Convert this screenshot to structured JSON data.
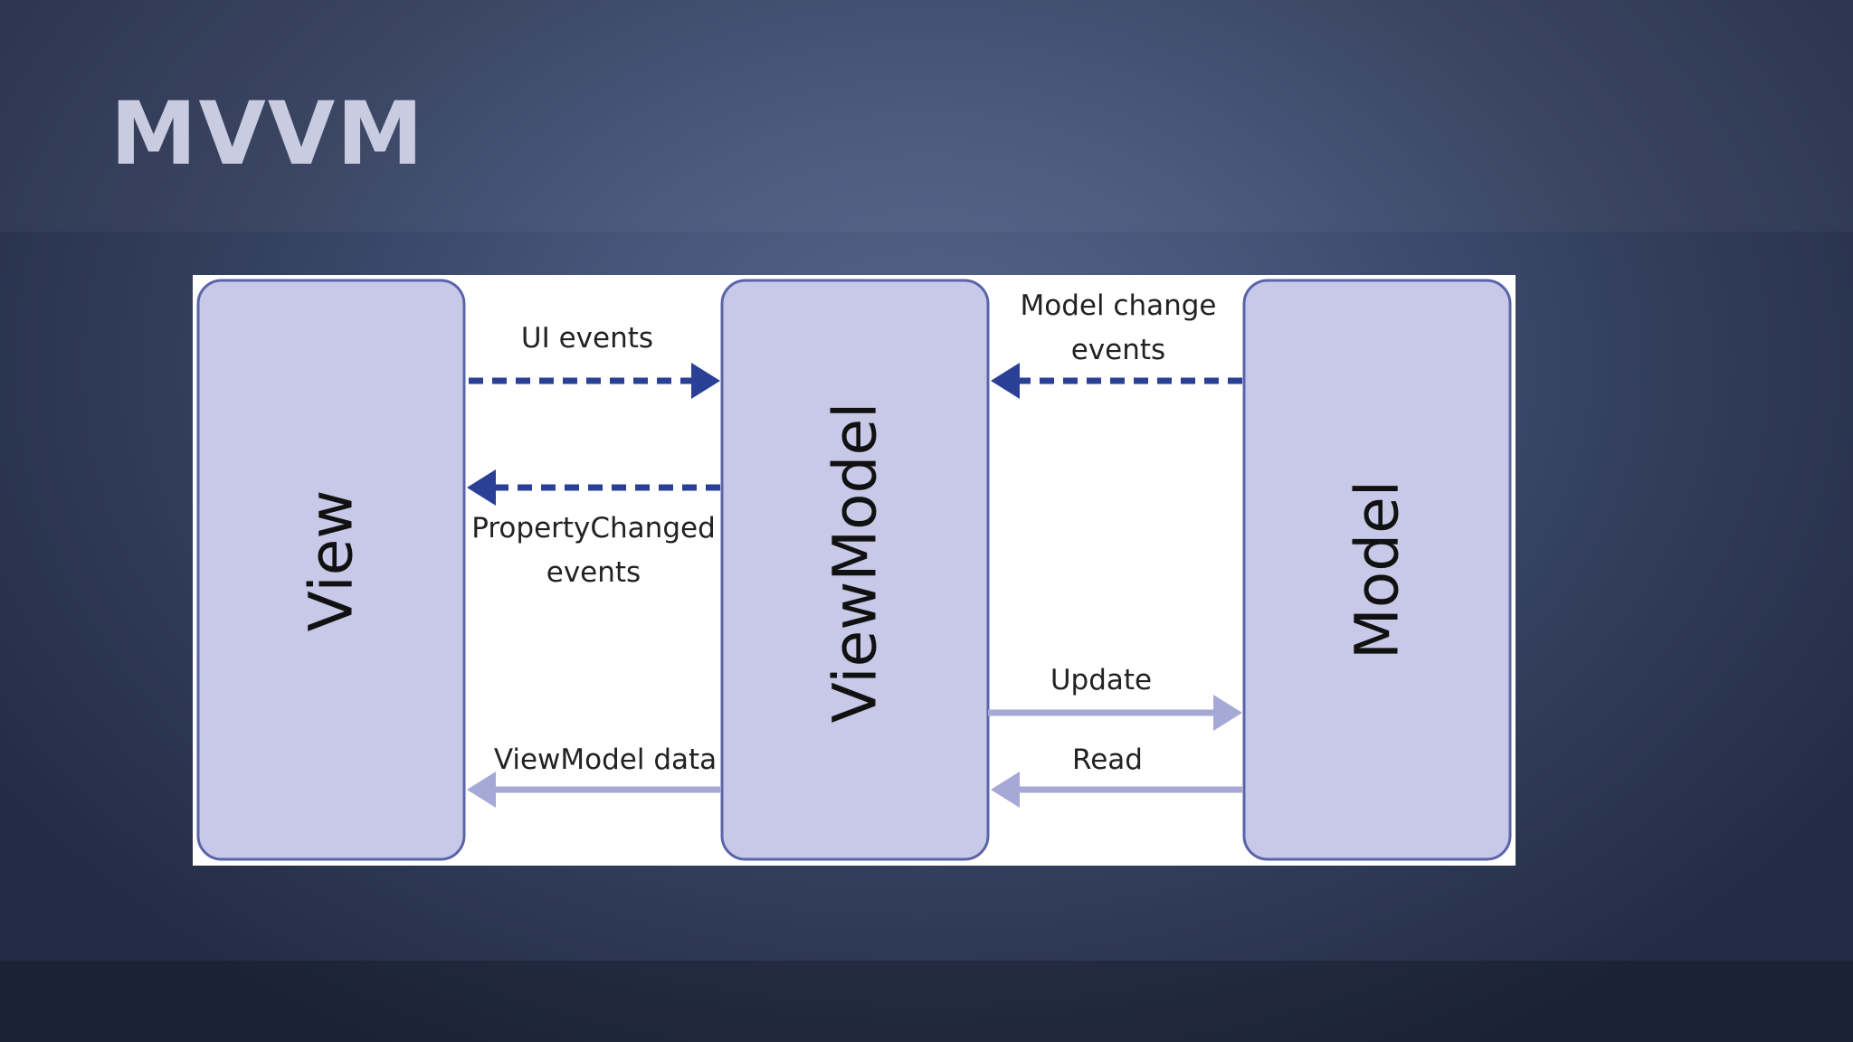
{
  "slide": {
    "title": "MVVM"
  },
  "diagram": {
    "nodes": {
      "view": "View",
      "viewmodel": "ViewModel",
      "model": "Model"
    },
    "edges": {
      "ui_events": "UI events",
      "property_changed_line1": "PropertyChanged",
      "property_changed_line2": "events",
      "viewmodel_data": "ViewModel data",
      "model_change_line1": "Model change",
      "model_change_line2": "events",
      "update": "Update",
      "read": "Read"
    }
  },
  "colors": {
    "box_fill": "#c8c9e9",
    "box_stroke": "#5a64a8",
    "event_arrow": "#2a3f96",
    "data_arrow": "#a6a9d6"
  }
}
